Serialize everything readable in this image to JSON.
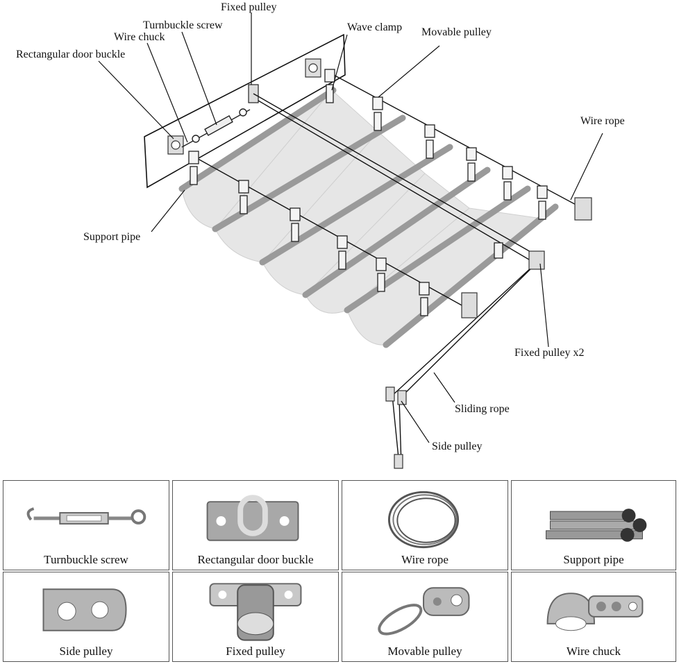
{
  "diagram": {
    "callouts": {
      "fixed_pulley": "Fixed pulley",
      "turnbuckle_screw": "Turnbuckle screw",
      "wire_chuck": "Wire chuck",
      "rectangular_door_buckle": "Rectangular door buckle",
      "wave_clamp": "Wave clamp",
      "movable_pulley": "Movable pulley",
      "wire_rope": "Wire rope",
      "support_pipe": "Support pipe",
      "fixed_pulley_x2": "Fixed pulley x2",
      "sliding_rope": "Sliding rope",
      "side_pulley": "Side pulley"
    }
  },
  "parts": [
    {
      "label": "Turnbuckle screw",
      "icon": "turnbuckle-screw-icon"
    },
    {
      "label": "Rectangular door buckle",
      "icon": "door-buckle-icon"
    },
    {
      "label": "Wire rope",
      "icon": "wire-rope-coil-icon"
    },
    {
      "label": "Support pipe",
      "icon": "support-pipe-icon"
    },
    {
      "label": "Side pulley",
      "icon": "side-pulley-icon"
    },
    {
      "label": "Fixed pulley",
      "icon": "fixed-pulley-icon"
    },
    {
      "label": "Movable pulley",
      "icon": "movable-pulley-icon"
    },
    {
      "label": "Wire chuck",
      "icon": "wire-chuck-icon"
    }
  ],
  "colors": {
    "line": "#111111",
    "fabric": "#e6e6e6",
    "pipe": "#9a9a9a",
    "metal": "#8c8c8c",
    "border": "#555555"
  }
}
